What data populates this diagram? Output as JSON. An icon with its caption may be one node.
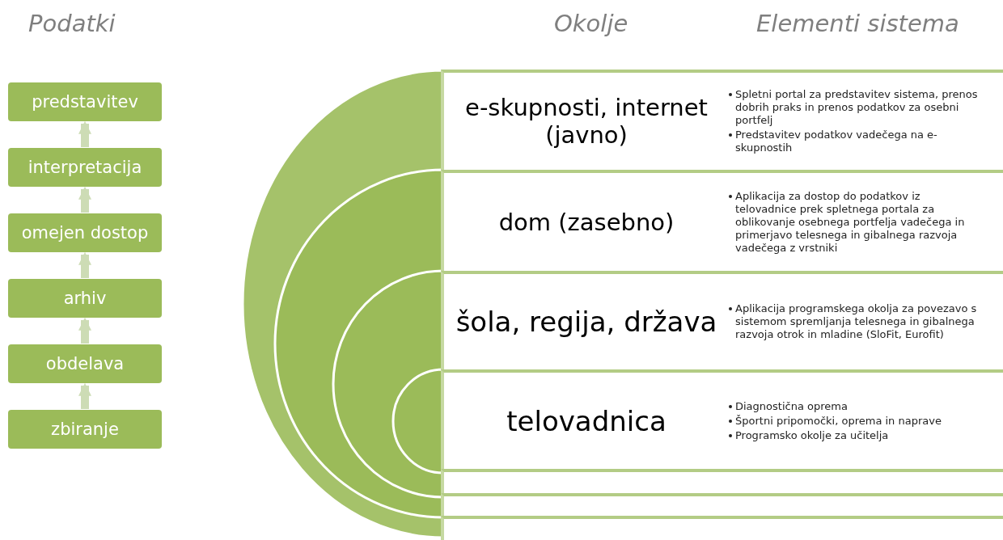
{
  "diagram": {
    "nodes": [
      {
        "text": [
          "predstavitev"
        ]
      },
      {
        "text": [
          "interpretacija"
        ]
      },
      {
        "text": [
          "omejen dostop"
        ]
      },
      {
        "text": [
          "arhiv"
        ]
      },
      {
        "text": [
          "obdelava"
        ]
      },
      {
        "text": [
          "zbiranje"
        ]
      },
      {
        "text": [
          "e-skupnosti, internet (javno)",
          "Spletni portal za predstavitev sistema, prenos dobrih praks in prenos podatkov za osebni portfelj",
          "Predstavitev podatkov vadečega na e-skupnostih"
        ]
      },
      {
        "text": [
          "dom (zasebno)",
          "Aplikacija za dostop do podatkov iz telovadnice prek spletnega portala za oblikovanje osebnega portfelja vadečega in primerjavo telesnega in gibalnega razvoja vadečega z vrstniki"
        ]
      },
      {
        "text": [
          "šola, regija, država",
          "Aplikacija programskega okolja za povezavo s sistemom spremljanja telesnega in gibalnega razvoja otrok in mladine (SloFit, Eurofit)"
        ]
      },
      {
        "text": [
          "telovadnica",
          "Diagnostična oprema",
          "Športni pripomočki, oprema in naprave",
          "Programsko okolje za učitelja"
        ]
      },
      {
        "text": [],
        "shape": "box"
      },
      {
        "text": [],
        "shape": "box"
      },
      {
        "text": [],
        "shape": "box"
      }
    ],
    "edges": [
      {
        "from": 1,
        "to": 0,
        "arrow": "to"
      },
      {
        "from": 2,
        "to": 1,
        "arrow": "to"
      },
      {
        "from": 3,
        "to": 2,
        "arrow": "to"
      },
      {
        "from": 4,
        "to": 3,
        "arrow": "to"
      },
      {
        "from": 5,
        "to": 4,
        "arrow": "to"
      }
    ],
    "labels": [
      "Podatki",
      "Okolje",
      "Elementi sistema"
    ]
  }
}
